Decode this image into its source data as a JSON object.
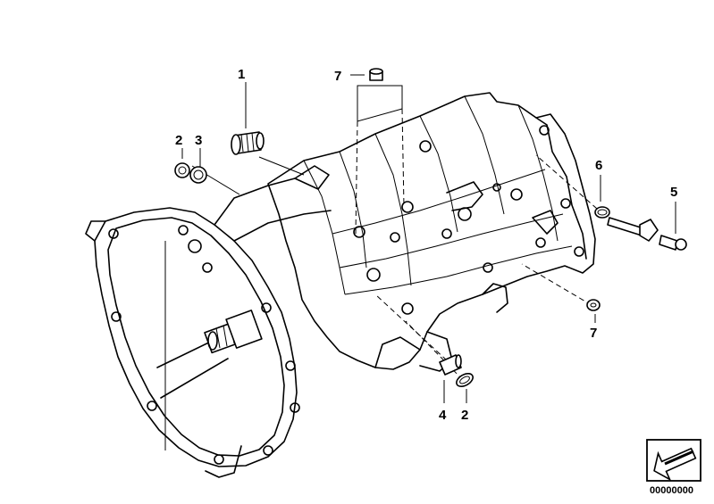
{
  "diagram": {
    "title": "Transmission housing exploded view",
    "callouts": [
      {
        "id": "c1",
        "label": "1"
      },
      {
        "id": "c2a",
        "label": "2"
      },
      {
        "id": "c3",
        "label": "3"
      },
      {
        "id": "c7a",
        "label": "7"
      },
      {
        "id": "c6",
        "label": "6"
      },
      {
        "id": "c5",
        "label": "5"
      },
      {
        "id": "c7b",
        "label": "7"
      },
      {
        "id": "c4",
        "label": "4"
      },
      {
        "id": "c2b",
        "label": "2"
      }
    ],
    "catalog_number": "00000000",
    "nav_icon": "back-arrow-icon"
  }
}
